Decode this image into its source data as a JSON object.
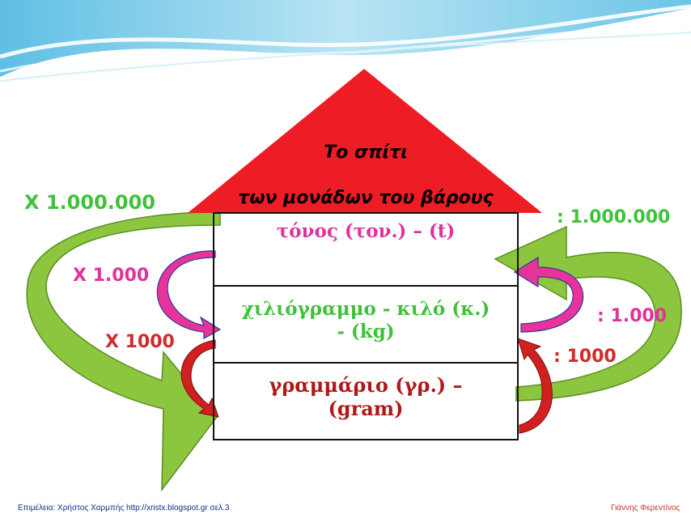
{
  "title": {
    "line1": "Το σπίτι",
    "line2": "των μονάδων του βάρους"
  },
  "rooms": [
    {
      "label": "τόνος (τον.) – (t)",
      "color": "#e0339a"
    },
    {
      "line1": "χιλιόγραμμο - κιλό (κ.)",
      "line2": "- (kg)",
      "color": "#3fc23a"
    },
    {
      "line1": "γραμμάριο (γρ.) –",
      "line2": "(gram)",
      "color": "#b01818"
    }
  ],
  "left_labels": {
    "ton_to_gram": "X  1.000.000",
    "ton_to_kg": "X 1.000",
    "kg_to_gram": "X 1000"
  },
  "right_labels": {
    "gram_to_ton": ": 1.000.000",
    "kg_to_ton": ": 1.000",
    "gram_to_kg": ": 1000"
  },
  "footer": {
    "left": "Επιμέλεια: Χρήστος Χαρμπής  http://xristx.blogspot.gr σελ.3",
    "right": "Γιάννης Φερεντίνος"
  },
  "colors": {
    "roof": "#ee1c24",
    "green_arrow": "#8cc63f",
    "pink_arrow": "#e8349a",
    "red_arrow": "#d21f1f",
    "wave": "#8fd3ec"
  }
}
